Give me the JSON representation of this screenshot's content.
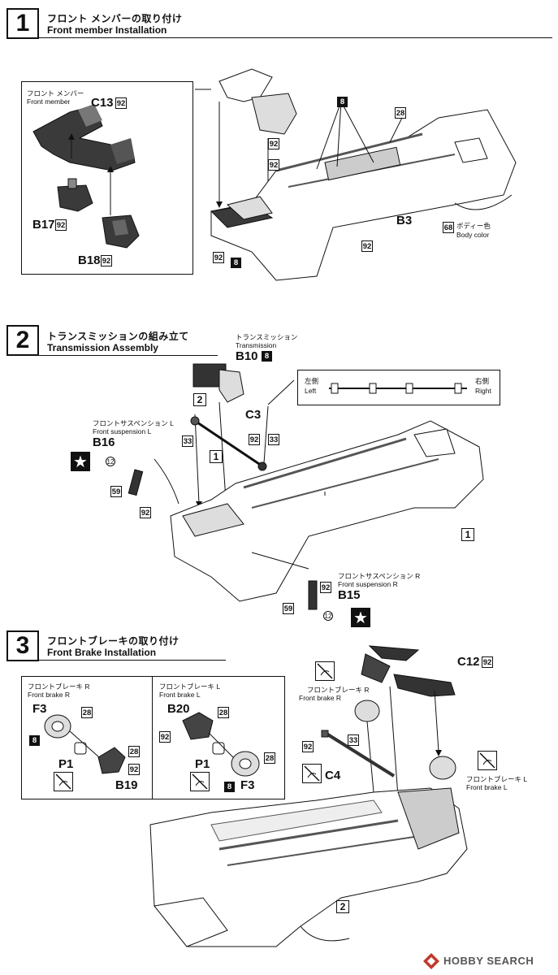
{
  "steps": [
    {
      "number": "1",
      "title_jp": "フロント メンバーの取り付け",
      "title_en": "Front member Installation"
    },
    {
      "number": "2",
      "title_jp": "トランスミッションの組み立て",
      "title_en": "Transmission Assembly"
    },
    {
      "number": "3",
      "title_jp": "フロントブレーキの取り付け",
      "title_en": "Front Brake Installation"
    }
  ],
  "step1": {
    "inset_jp": "フロント メンバー",
    "inset_en": "Front member",
    "c13": "C13",
    "b17": "B17",
    "b18": "B18",
    "b3": "B3",
    "c92": "92",
    "c8": "8",
    "c28": "28",
    "c68": "68",
    "body_jp": "ボディー色",
    "body_en": "Body color"
  },
  "step2": {
    "trans_jp": "トランスミッション",
    "trans_en": "Transmission",
    "b10": "B10",
    "left_jp": "左側",
    "left_en": "Left",
    "right_jp": "右側",
    "right_en": "Right",
    "c3": "C3",
    "fsl_jp": "フロントサスペンション L",
    "fsl_en": "Front suspension L",
    "b16": "B16",
    "fsr_jp": "フロントサスペンション R",
    "fsr_en": "Front suspension R",
    "b15": "B15",
    "n33": "33",
    "n59": "59",
    "n12": "12",
    "ref1": "1",
    "ref2": "2"
  },
  "step3": {
    "br_jp": "フロントブレーキ R",
    "br_en": "Front brake R",
    "bl_jp": "フロントブレーキ L",
    "bl_en": "Front brake L",
    "f3": "F3",
    "p1": "P1",
    "b19": "B19",
    "b20": "B20",
    "c12": "C12",
    "c4": "C4"
  },
  "watermark": {
    "brand": "HOBBY SEARCH"
  }
}
